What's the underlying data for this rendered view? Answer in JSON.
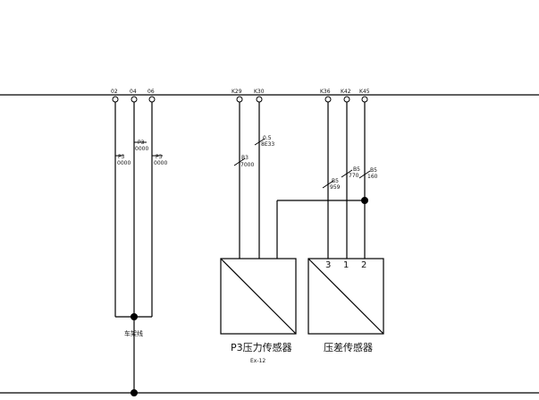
{
  "terminals_left": [
    "02",
    "04",
    "06"
  ],
  "terminals_mid": [
    "K29",
    "K30"
  ],
  "terminals_right": [
    "K36",
    "K42",
    "K45"
  ],
  "wire_tags_left": [
    {
      "top": "P3",
      "bottom": "0000"
    },
    {
      "top": "P3",
      "bottom": "0000"
    },
    {
      "top": "P3",
      "bottom": "0000"
    }
  ],
  "wire_tags_mid": [
    {
      "top": "B3",
      "bottom": "7000"
    },
    {
      "top": "0.5",
      "bottom": "8E33"
    }
  ],
  "wire_tags_right": [
    {
      "top": "B5",
      "bottom": "959"
    },
    {
      "top": "B5",
      "bottom": "770"
    },
    {
      "top": "B5",
      "bottom": "160"
    }
  ],
  "sensor_pins": [
    "3",
    "1",
    "2"
  ],
  "labels": {
    "frame_ground": "车架线",
    "p3_sensor": "P3压力传感器",
    "p3_sensor_sub": "Ex-12",
    "diff_sensor": "压差传感器"
  }
}
